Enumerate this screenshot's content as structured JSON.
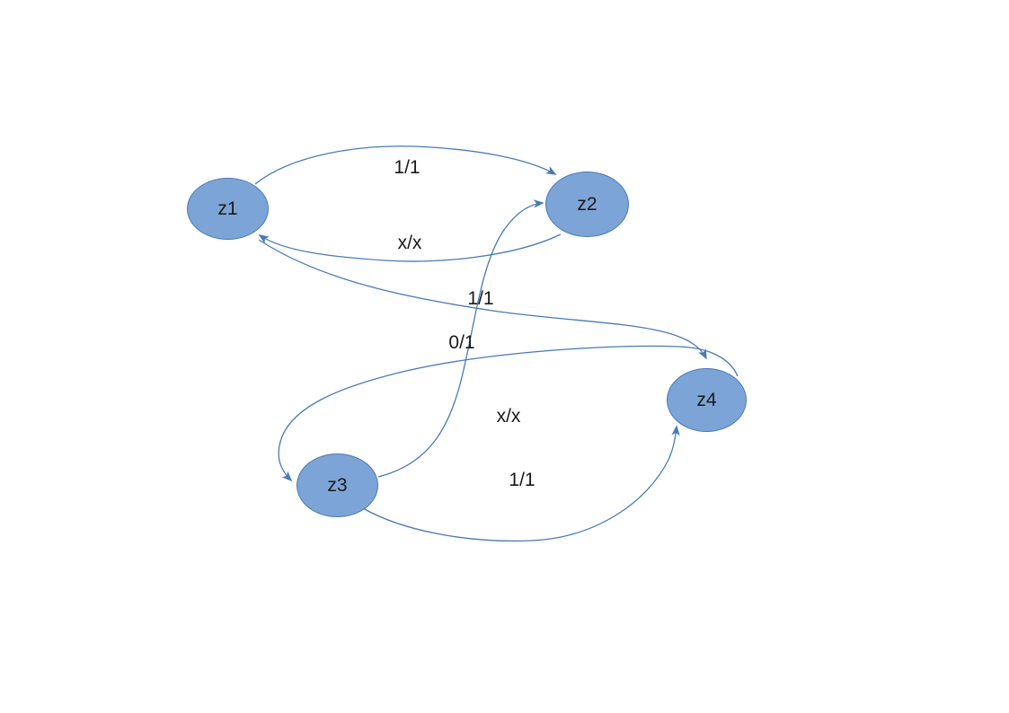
{
  "diagram": {
    "kind": "state-machine",
    "colors": {
      "background": "#ffffff",
      "node_fill": "#7da4d6",
      "node_border": "#4a7ab5",
      "edge_color": "#4a7ab5",
      "text": "#1a1a1a"
    },
    "states": [
      {
        "id": "z1",
        "label": "z1"
      },
      {
        "id": "z2",
        "label": "z2"
      },
      {
        "id": "z3",
        "label": "z3"
      },
      {
        "id": "z4",
        "label": "z4"
      }
    ],
    "edges": [
      {
        "from": "z1",
        "to": "z2",
        "label": "1/1"
      },
      {
        "from": "z2",
        "to": "z1",
        "label": "x/x"
      },
      {
        "from": "z1",
        "to": "z4",
        "label": "1/1"
      },
      {
        "from": "z3",
        "to": "z2",
        "label": "0/1"
      },
      {
        "from": "z4",
        "to": "z3",
        "label": "x/x"
      },
      {
        "from": "z3",
        "to": "z4",
        "label": "1/1"
      }
    ]
  }
}
